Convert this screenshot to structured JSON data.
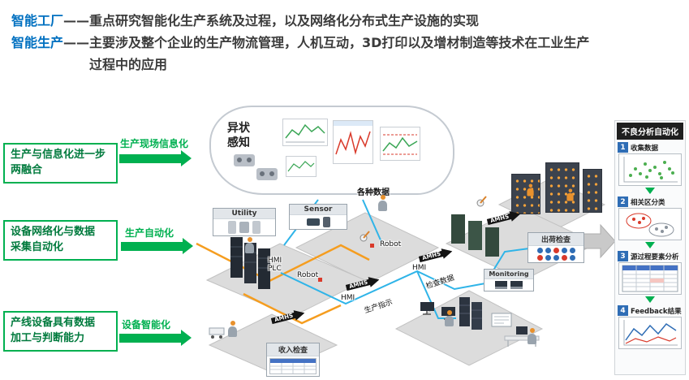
{
  "top": {
    "factory_lead": "智能工厂",
    "factory_text": "——重点研究智能化生产系统及过程，以及网络化分布式生产设施的实现",
    "production_lead": "智能生产",
    "production_text": "——主要涉及整个企业的生产物流管理，人机互动，3D打印以及增材制造等技术在工业生产",
    "production_text2": "过程中的应用"
  },
  "left_panel": {
    "boxes": [
      {
        "line1": "生产与信息化进一步",
        "line2": "两融合"
      },
      {
        "line1": "设备网络化与数据",
        "line2": "采集自动化"
      },
      {
        "line1": "产线设备具有数据",
        "line2": "加工与判断能力"
      }
    ],
    "flow_arrows": [
      {
        "label": "生产现场信息化"
      },
      {
        "label": "生产自动化"
      },
      {
        "label": "设备智能化"
      }
    ]
  },
  "diagram": {
    "cloud": {
      "title_line1": "异状",
      "title_line2": "感知"
    },
    "labels": {
      "various_data": "各种数据",
      "utility": "Utility",
      "sensor": "Sensor",
      "robot": "Robot",
      "hmi": "HMI",
      "plc": "PLC",
      "amhs": "AMHS",
      "incoming_check": "收入检查",
      "inspection_data": "检查数据",
      "production_order": "生产指示",
      "monitoring": "Monitoring",
      "shipping_check": "出荷检查"
    }
  },
  "right_panel": {
    "title": "不良分析自动化",
    "steps": [
      {
        "num": "1",
        "label": "收集数据"
      },
      {
        "num": "2",
        "label": "相关区分类"
      },
      {
        "num": "3",
        "label": "源过程要素分析"
      },
      {
        "num": "4",
        "label": "Feedback结果"
      }
    ]
  },
  "colors": {
    "accent_blue": "#0070c0",
    "green": "#00b050",
    "dark_green_text": "#007a3d",
    "orange": "#f59d1f",
    "cyan": "#2fb4e8",
    "step_blue": "#2f6db5",
    "panel_header_bg": "#1f1f1f",
    "building_window_orange": "#f4a23a",
    "alert_red": "#d93a2b"
  },
  "icons": {
    "amhs_chip": "black-arrow-chip",
    "person": "worker-figure",
    "flow_arrow": "green-block-arrow-right",
    "to_analysis_arrow": "gray-block-arrow-right"
  }
}
